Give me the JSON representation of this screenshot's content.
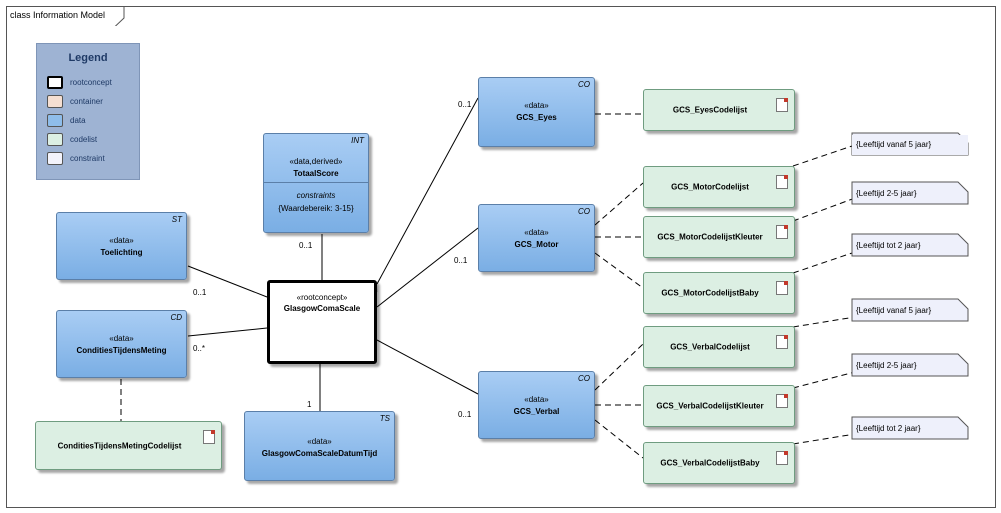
{
  "diagram_title": "class Information Model",
  "legend": {
    "title": "Legend",
    "items": [
      {
        "label": "rootconcept",
        "color": "#ffffff"
      },
      {
        "label": "container",
        "color": "#f5dfd2"
      },
      {
        "label": "data",
        "color": "#8fbdea"
      },
      {
        "label": "codelist",
        "color": "#dcefe3"
      },
      {
        "label": "constraint",
        "color": "#f3f3fb"
      }
    ]
  },
  "root": {
    "stereotype": "«rootconcept»",
    "name": "GlasgowComaScale"
  },
  "totaalscore": {
    "tag": "INT",
    "stereotype": "«data,derived»",
    "name": "TotaalScore",
    "constraints_label": "constraints",
    "constraint": "{Waardebereik: 3-15}",
    "mult": "0..1"
  },
  "toelichting": {
    "tag": "ST",
    "stereotype": "«data»",
    "name": "Toelichting",
    "mult": "0..1"
  },
  "condities": {
    "tag": "CD",
    "stereotype": "«data»",
    "name": "ConditiesTijdensMeting",
    "mult": "0..*"
  },
  "condities_codelist": {
    "name": "ConditiesTijdensMetingCodelijst"
  },
  "datumtijd": {
    "tag": "TS",
    "stereotype": "«data»",
    "name": "GlasgowComaScaleDatumTijd",
    "mult": "1"
  },
  "eyes": {
    "tag": "CO",
    "stereotype": "«data»",
    "name": "GCS_Eyes",
    "mult": "0..1"
  },
  "motor": {
    "tag": "CO",
    "stereotype": "«data»",
    "name": "GCS_Motor",
    "mult": "0..1"
  },
  "verbal": {
    "tag": "CO",
    "stereotype": "«data»",
    "name": "GCS_Verbal",
    "mult": "0..1"
  },
  "codelists": {
    "eyes": "GCS_EyesCodelijst",
    "motor": "GCS_MotorCodelijst",
    "motor_kleuter": "GCS_MotorCodelijstKleuter",
    "motor_baby": "GCS_MotorCodelijstBaby",
    "verbal": "GCS_VerbalCodelijst",
    "verbal_kleuter": "GCS_VerbalCodelijstKleuter",
    "verbal_baby": "GCS_VerbalCodelijstBaby"
  },
  "notes": {
    "motor_5": "{Leeftijd vanaf 5 jaar}",
    "motor_2_5": "{Leeftijd 2-5 jaar}",
    "motor_tot2": "{Leeftijd tot 2 jaar}",
    "verbal_5": "{Leeftijd vanaf 5 jaar}",
    "verbal_2_5": "{Leeftijd 2-5 jaar}",
    "verbal_tot2": "{Leeftijd tot 2 jaar}"
  }
}
